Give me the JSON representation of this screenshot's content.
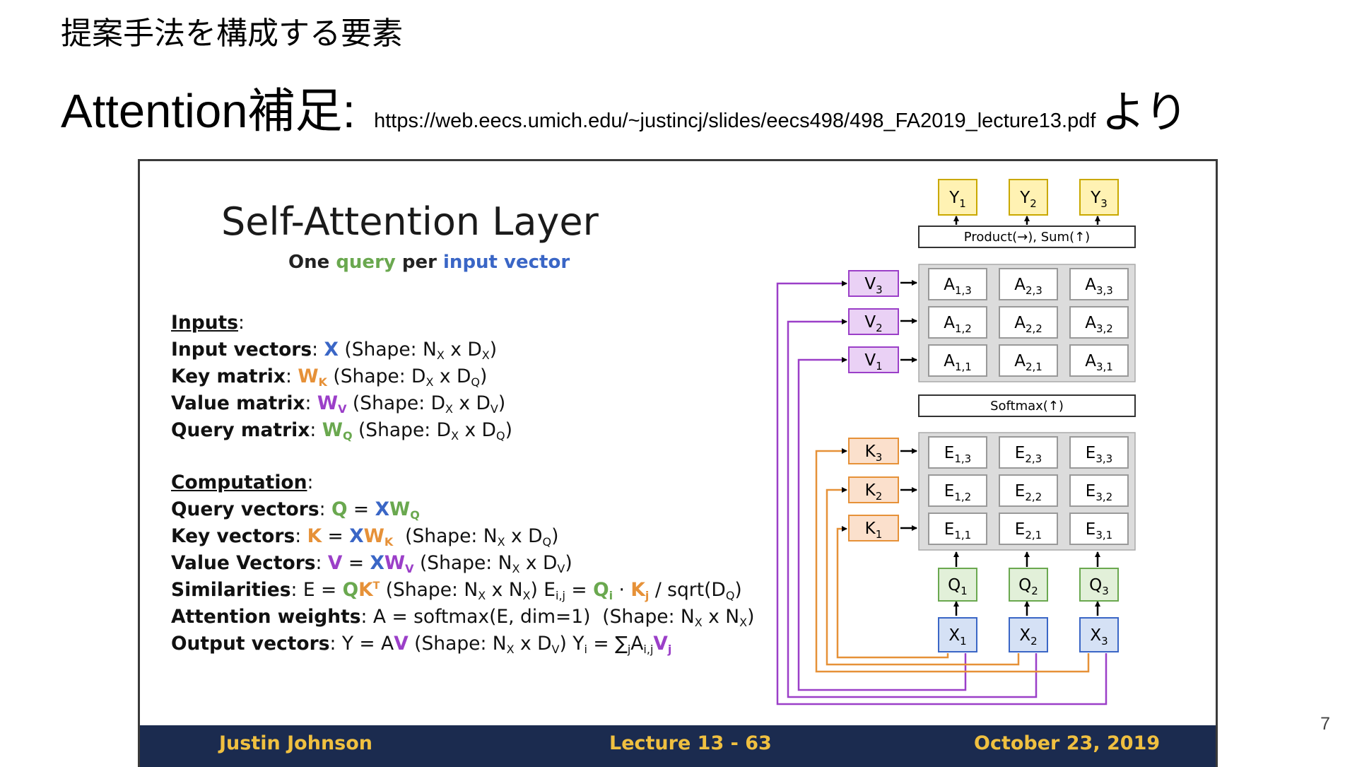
{
  "page": {
    "section_title": "提案手法を構成する要素",
    "heading_prefix": "Attention補足:",
    "heading_url": "https://web.eecs.umich.edu/~justincj/slides/eecs498/498_FA2019_lecture13.pdf",
    "heading_suffix": "より",
    "page_number": "7"
  },
  "slide": {
    "title": "Self-Attention Layer",
    "subtitle": {
      "p1": "One ",
      "p2": "query",
      "p3": " per ",
      "p4": "input vector"
    },
    "inputs_header": "Inputs",
    "computation_header": "Computation",
    "footer": {
      "left": "Justin Johnson",
      "center": "Lecture 13 - 63",
      "right": "October 23, 2019"
    }
  },
  "colors": {
    "query_green": "#6aa84f",
    "input_blue": "#3a66c6",
    "key_orange": "#e69138",
    "value_purple": "#9b3fc8",
    "output_yellow": "#fff2b3",
    "footer_navy": "#1b2b4f",
    "footer_gold": "#f0c040"
  },
  "diagram": {
    "outputs": [
      "Y1",
      "Y2",
      "Y3"
    ],
    "product_label": "Product(→),  Sum(↑)",
    "softmax_label": "Softmax(↑)",
    "values": [
      "V3",
      "V2",
      "V1"
    ],
    "keys": [
      "K3",
      "K2",
      "K1"
    ],
    "queries": [
      "Q1",
      "Q2",
      "Q3"
    ],
    "inputs": [
      "X1",
      "X2",
      "X3"
    ],
    "a_rows": [
      [
        "A1,3",
        "A2,3",
        "A3,3"
      ],
      [
        "A1,2",
        "A2,2",
        "A3,2"
      ],
      [
        "A1,1",
        "A2,1",
        "A3,1"
      ]
    ],
    "e_rows": [
      [
        "E1,3",
        "E2,3",
        "E3,3"
      ],
      [
        "E1,2",
        "E2,2",
        "E3,2"
      ],
      [
        "E1,1",
        "E2,1",
        "E3,1"
      ]
    ]
  }
}
